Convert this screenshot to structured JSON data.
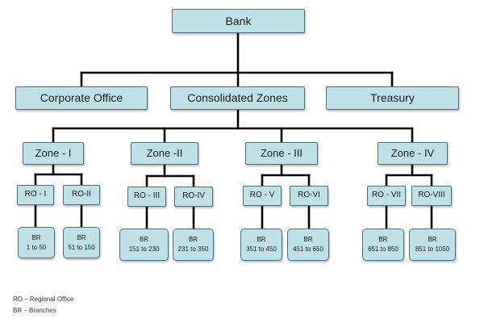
{
  "diagram": {
    "root": "Bank",
    "level1": [
      "Corporate Office",
      "Consolidated Zones",
      "Treasury"
    ],
    "zones": [
      {
        "label": "Zone - I",
        "ros": [
          {
            "label": "RO - I",
            "br_title": "BR",
            "br_range": "1 to 50"
          },
          {
            "label": "RO-II",
            "br_title": "BR",
            "br_range": "51 to 150"
          }
        ]
      },
      {
        "label": "Zone -II",
        "ros": [
          {
            "label": "RO - III",
            "br_title": "BR",
            "br_range": "151 to 230"
          },
          {
            "label": "RO-IV",
            "br_title": "BR",
            "br_range": "231 to 350"
          }
        ]
      },
      {
        "label": "Zone - III",
        "ros": [
          {
            "label": "RO - V",
            "br_title": "BR",
            "br_range": "351 to 450"
          },
          {
            "label": "RO-VI",
            "br_title": "BR",
            "br_range": "451 to 650"
          }
        ]
      },
      {
        "label": "Zone - IV",
        "ros": [
          {
            "label": "RO - VII",
            "br_title": "BR",
            "br_range": "651 to 850"
          },
          {
            "label": "RO-VIII",
            "br_title": "BR",
            "br_range": "851 to 1050"
          }
        ]
      }
    ],
    "legend": [
      "RO – Regional Office",
      "BR – Branches"
    ],
    "colors": {
      "box_fill": "#bfe1e8",
      "box_border": "#4d6f78",
      "connector": "#000000"
    }
  }
}
